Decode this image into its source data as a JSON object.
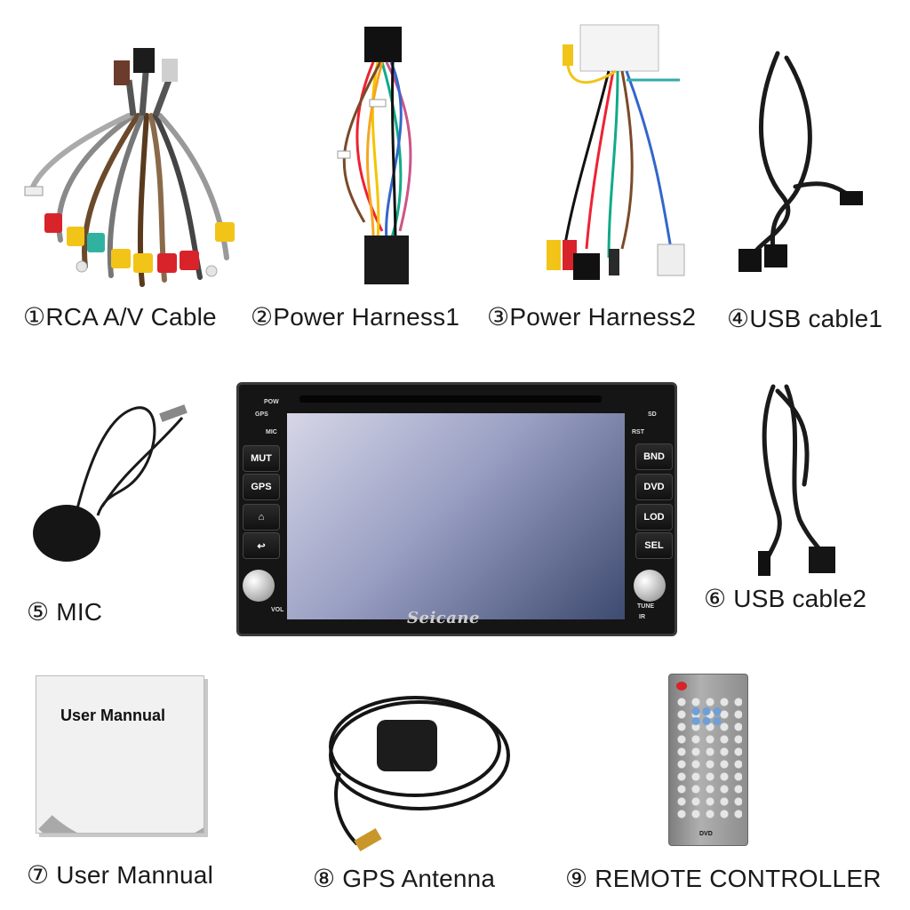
{
  "products": [
    {
      "num": "①",
      "label": "RCA A/V Cable"
    },
    {
      "num": "②",
      "label": "Power Harness1"
    },
    {
      "num": "③",
      "label": "Power Harness2"
    },
    {
      "num": "④",
      "label": "USB cable1"
    },
    {
      "num": "⑤",
      "label": " MIC"
    },
    {
      "num": "⑥",
      "label": " USB cable2"
    },
    {
      "num": "⑦",
      "label": " User Mannual"
    },
    {
      "num": "⑧",
      "label": " GPS Antenna"
    },
    {
      "num": "⑨",
      "label": " REMOTE CONTROLLER"
    }
  ],
  "head_unit": {
    "brand": "Seicane",
    "left_buttons": [
      "MUT",
      "GPS",
      "⌂",
      "↩"
    ],
    "right_buttons": [
      "BND",
      "DVD",
      "LOD",
      "SEL"
    ],
    "small_labels": [
      "POW",
      "GPS",
      "MIC",
      "SD",
      "RST",
      "VOL",
      "TUNE",
      "IR"
    ]
  },
  "manual": {
    "title": "User Mannual"
  },
  "remote": {
    "footer": "DVD"
  },
  "colors": {
    "background": "#ffffff",
    "rca_red": "#d8232a",
    "rca_yellow": "#f2c418",
    "rca_green": "#2fb3a0",
    "screen_top": "#c9c9dc",
    "screen_bottom": "#3f4a6e",
    "remote_body": "#9a9a9a"
  }
}
